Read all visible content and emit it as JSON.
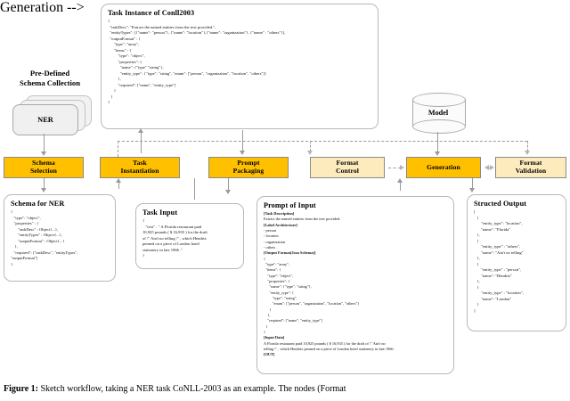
{
  "figure": {
    "caption_label": "Figure 1:",
    "caption_text": "Sketch workflow, taking a NER task CoNLL-2003 as an example. The nodes (Format"
  },
  "colors": {
    "stage_primary": "#FFC000",
    "stage_secondary": "#FDEBBE",
    "connector": "#9a9a9a",
    "card_border": "#b9b9b9"
  },
  "schema_collection": {
    "heading_line1": "Pre-Defined",
    "heading_line2": "Schema Collection",
    "item_label": "NER"
  },
  "model": {
    "label": "Model"
  },
  "task_instance": {
    "title": "Task Instance of Conll2003",
    "body": "{\n  \"taskDesc\": \"Extract the named entities from the text provided.\",\n  \"entityTypes\": [{\"name\": \"person\"}, {\"name\": \"location\"},{\"name\": \"organization\"}, {\"name\" : \"others\"}],\n  \"outputFormat\" : {\n      \"type\": \"array\",\n      \"items\" : {\n          \"type\": \"object\",\n          \"properties\": {\n            \"name\": {\"type\" \"string\"},\n            \"entity_type\": {\"type\": \"string\", \"enum\": [\"person\", \"organization\", \"location\", \"others\"]}\n          },\n          \"required\": [\"name\", \"entity_type\"]\n      }\n   }\n}"
  },
  "stages": [
    {
      "id": "schema-selection",
      "line1": "Schema",
      "line2": "Selection",
      "tone": "orange"
    },
    {
      "id": "task-instantiation",
      "line1": "Task",
      "line2": "Instantiation",
      "tone": "orange"
    },
    {
      "id": "prompt-packaging",
      "line1": "Prompt",
      "line2": "Packaging",
      "tone": "orange"
    },
    {
      "id": "format-control",
      "line1": "Format",
      "line2": "Control",
      "tone": "cream"
    },
    {
      "id": "generation",
      "line1": "",
      "line2": "Generation",
      "tone": "orange"
    },
    {
      "id": "format-validation",
      "line1": "Format",
      "line2": "Validation",
      "tone": "cream"
    }
  ],
  "schema_for_ner": {
    "title": "Schema for NER",
    "body": "{\n   \"type\": \"object\",\n   \"properties\" : {\n       \"taskDesc\" : Object{...},\n       \"entityTypes\" : Object{...},\n       \"outputFormat\" : Object{...}\n    },\n   \"required\": [\"taskDesc\", \"entityTypes\",\n\"outputFormat\"]\n}"
  },
  "task_input": {
    "title": "Task Input",
    "body": "{\n   \"text\" : \" A Florida restaurant paid\n10,925 pounds ( $ 16,935 ) for the draft\nof \\\" Ain't no telling \\\" , which Hendrix\npenned on a piece of London hotel\nstationery in late 1966 .\"\n}"
  },
  "prompt_of_input": {
    "title": "Prompt of Input",
    "section_task_description": "[Task Description]",
    "task_description_text": "Extract the named entities from the text provided.",
    "section_label_architecture": "[Label Architecture]",
    "labels": [
      "- person",
      "- location",
      "- organization",
      "- others"
    ],
    "section_output_format": "[Output Format(Json Schema)]",
    "output_format_body": "{\n  \"type\": \"array\",\n  \"items\": {\n    \"type\": \"object\",\n    \"properties\": {\n      \"name\": {\"type\": \"string\"},\n      \"entity_type\": {\n         \"type\": \"string\",\n         \"enum\": [\"person\", \"organization\", \"location\", \"others\"]\n      }\n    },\n    \"required\": [\"name\", \"entity_type\"]\n  }\n}",
    "section_input_data": "[Input Data]",
    "input_data_text": "A Florida restaurant paid 10,925 pounds ( $ 16,935 ) for the draft of \\\" Ain't no\ntelling \\\" , which Hendrix penned on a piece of London hotel stationery in late 1966 .",
    "section_out": "[OUT]"
  },
  "structured_output": {
    "title": "Structed Output",
    "body": "[\n   {\n       \"entity_type\": \"location\",\n       \"name\": \"Florida\"\n   },\n   {\n       \"entity_type\" : \"others\",\n       \"name\": \"Ain't no telling\"\n   },\n   {\n       \"entity_type\" : \"person\",\n       \"name\": \"Hendrix\"\n   },\n   {\n       \"entity_type\" : \"location\",\n       \"name\": \"London\"\n   }\n]"
  }
}
